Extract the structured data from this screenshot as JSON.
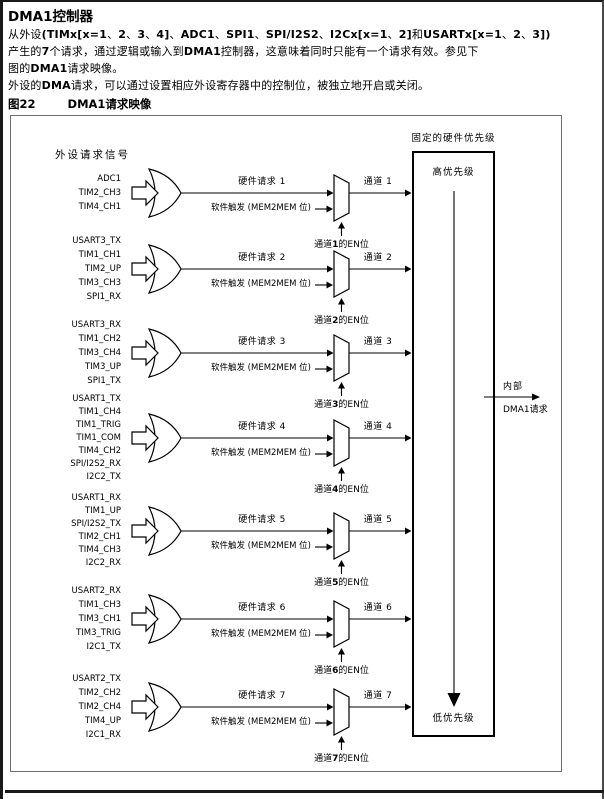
{
  "page": {
    "title": "DMA1控制器",
    "paragraph_lines": [
      "从外设(TIMx[x=1、2、3、4]、ADC1、SPI1、SPI/I2S2、I2Cx[x=1、2]和USARTx[x=1、2、3])",
      "产生的7个请求，通过逻辑或输入到DMA1控制器，这意味着同时只能有一个请求有效。参见下",
      "图的DMA1请求映像。",
      "外设的DMA请求，可以通过设置相应外设寄存器中的控制位，被独立地开启或关闭。"
    ],
    "figure_caption": {
      "number": "图22",
      "title": "DMA1请求映像"
    }
  },
  "figure": {
    "peripheral_signals_label": "外设请求信号",
    "fixed_priority_label": "固定的硬件优先级",
    "high_priority_label": "高优先级",
    "low_priority_label": "低优先级",
    "output_label_line1": "内部",
    "output_label_line2": "DMA1请求",
    "software_trigger_label": "软件触发 (MEM2MEM 位)",
    "channels": [
      {
        "num": "1",
        "hardware_request_label": "硬件请求 1",
        "channel_label": "通道 1",
        "enable_bit_label": "通道1的EN位",
        "peripherals": [
          "ADC1",
          "TIM2_CH3",
          "TIM4_CH1"
        ]
      },
      {
        "num": "2",
        "hardware_request_label": "硬件请求 2",
        "channel_label": "通道 2",
        "enable_bit_label": "通道2的EN位",
        "peripherals": [
          "USART3_TX",
          "TIM1_CH1",
          "TIM2_UP",
          "TIM3_CH3",
          "SPI1_RX"
        ]
      },
      {
        "num": "3",
        "hardware_request_label": "硬件请求 3",
        "channel_label": "通道 3",
        "enable_bit_label": "通道3的EN位",
        "peripherals": [
          "USART3_RX",
          "TIM1_CH2",
          "TIM3_CH4",
          "TIM3_UP",
          "SPI1_TX"
        ]
      },
      {
        "num": "4",
        "hardware_request_label": "硬件请求 4",
        "channel_label": "通道 4",
        "enable_bit_label": "通道4的EN位",
        "peripherals": [
          "USART1_TX",
          "TIM1_CH4",
          "TIM1_TRIG",
          "TIM1_COM",
          "TIM4_CH2",
          "SPI/I2S2_RX",
          "I2C2_TX"
        ]
      },
      {
        "num": "5",
        "hardware_request_label": "硬件请求 5",
        "channel_label": "通道 5",
        "enable_bit_label": "通道5的EN位",
        "peripherals": [
          "USART1_RX",
          "TIM1_UP",
          "SPI/I2S2_TX",
          "TIM2_CH1",
          "TIM4_CH3",
          "I2C2_RX"
        ]
      },
      {
        "num": "6",
        "hardware_request_label": "硬件请求 6",
        "channel_label": "通道 6",
        "enable_bit_label": "通道6的EN位",
        "peripherals": [
          "USART2_RX",
          "TIM1_CH3",
          "TIM3_CH1",
          "TIM3_TRIG",
          "I2C1_TX"
        ]
      },
      {
        "num": "7",
        "hardware_request_label": "硬件请求 7",
        "channel_label": "通道 7",
        "enable_bit_label": "通道7的EN位",
        "peripherals": [
          "USART2_TX",
          "TIM2_CH2",
          "TIM2_CH4",
          "TIM4_UP",
          "I2C1_RX"
        ]
      }
    ],
    "icons": {
      "or_gate": "curved-or-gate-shape",
      "mux": "trapezoid-mux-shape",
      "input_arrow": "hollow-block-arrow",
      "priority_flow": "downward-solid-arrow"
    }
  },
  "colors": {
    "text": "#000000",
    "diagram_line": "#000000",
    "figure_frame": "#6e6e6e",
    "page_border": "#191919",
    "background": "#ffffff"
  }
}
